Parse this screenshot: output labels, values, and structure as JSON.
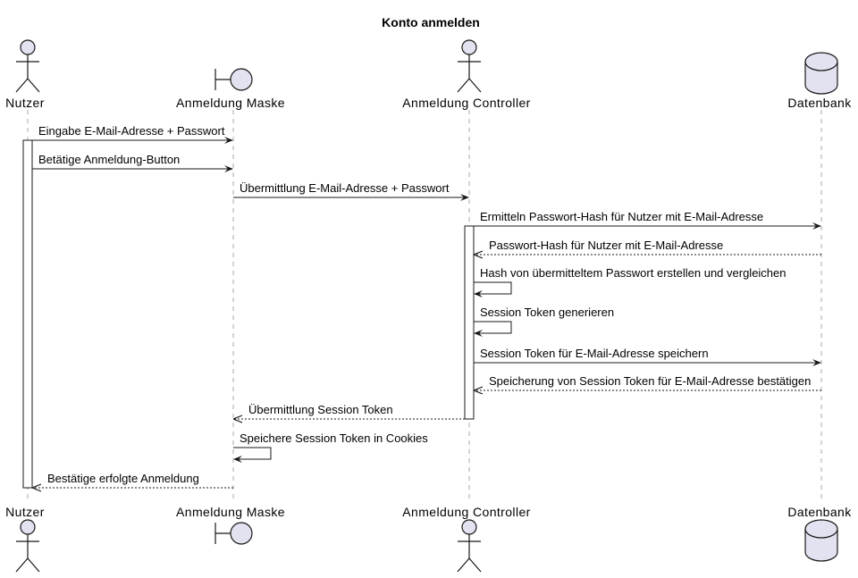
{
  "title": "Konto anmelden",
  "participants": [
    {
      "id": "nutzer",
      "name": "Nutzer",
      "shape": "actor"
    },
    {
      "id": "maske",
      "name": "Anmeldung Maske",
      "shape": "boundary"
    },
    {
      "id": "controller",
      "name": "Anmeldung Controller",
      "shape": "actor"
    },
    {
      "id": "db",
      "name": "Datenbank",
      "shape": "database"
    }
  ],
  "messages": [
    {
      "from": "nutzer",
      "to": "maske",
      "text": "Eingabe E-Mail-Adresse + Passwort",
      "kind": "sync"
    },
    {
      "from": "nutzer",
      "to": "maske",
      "text": "Betätige Anmeldung-Button",
      "kind": "sync"
    },
    {
      "from": "maske",
      "to": "controller",
      "text": "Übermittlung E-Mail-Adresse + Passwort",
      "kind": "sync"
    },
    {
      "from": "controller",
      "to": "db",
      "text": "Ermitteln Passwort-Hash für Nutzer mit E-Mail-Adresse",
      "kind": "sync"
    },
    {
      "from": "db",
      "to": "controller",
      "text": "Passwort-Hash für Nutzer mit E-Mail-Adresse",
      "kind": "return"
    },
    {
      "from": "controller",
      "to": "controller",
      "text": "Hash von übermitteltem Passwort erstellen und vergleichen",
      "kind": "self"
    },
    {
      "from": "controller",
      "to": "controller",
      "text": "Session Token generieren",
      "kind": "self"
    },
    {
      "from": "controller",
      "to": "db",
      "text": "Session Token für E-Mail-Adresse speichern",
      "kind": "sync"
    },
    {
      "from": "db",
      "to": "controller",
      "text": "Speicherung von Session Token für E-Mail-Adresse bestätigen",
      "kind": "return"
    },
    {
      "from": "controller",
      "to": "maske",
      "text": "Übermittlung Session Token",
      "kind": "return"
    },
    {
      "from": "maske",
      "to": "maske",
      "text": "Speichere Session Token in Cookies",
      "kind": "self"
    },
    {
      "from": "maske",
      "to": "nutzer",
      "text": "Bestätige erfolgte Anmeldung",
      "kind": "return"
    }
  ]
}
